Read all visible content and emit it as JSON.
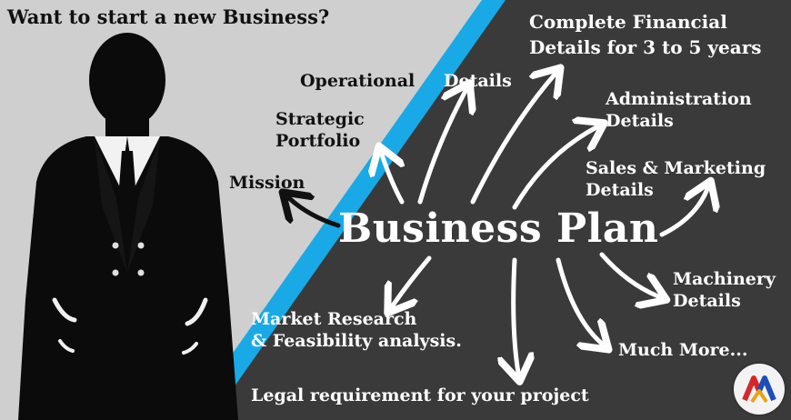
{
  "headline": "Want to start a new Business?",
  "center_title": "Business Plan",
  "items": {
    "mission": "Mission",
    "strategic_line1": "Strategic",
    "strategic_line2": "Portfolio",
    "operational_a": "Operational",
    "operational_b": "Details",
    "financial_line1": "Complete Financial",
    "financial_line2": "Details for 3 to 5 years",
    "admin_line1": "Administration",
    "admin_line2": "Details",
    "sales_line1": "Sales & Marketing",
    "sales_line2": "Details",
    "machinery_line1": "Machinery",
    "machinery_line2": "Details",
    "much_more": "Much More...",
    "market_line1": "Market Research",
    "market_line2": "& Feasibility analysis.",
    "legal": "Legal requirement for your project"
  },
  "colors": {
    "light_bg": "#cfcfcf",
    "dark_bg": "#3a3a3a",
    "accent_stripe": "#19a9e6",
    "arrow": "#ffffff",
    "silhouette": "#0b0b0b"
  },
  "icons": [
    "businessman-silhouette",
    "arrow-icon",
    "company-logo-icon"
  ]
}
